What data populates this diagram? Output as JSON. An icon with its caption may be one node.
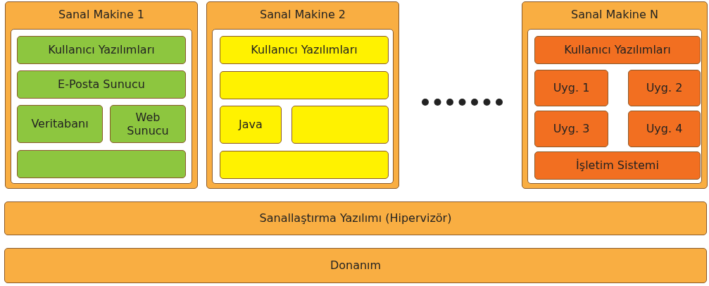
{
  "diagram": {
    "nodes": [
      {
        "text": [
          "Sanal Makine 1"
        ]
      },
      {
        "text": [
          "Kullanıcı Yazılımları"
        ],
        "in": 0
      },
      {
        "text": [
          "E-Posta Sunucu"
        ],
        "in": 0
      },
      {
        "text": [
          "Veritabanı"
        ],
        "in": 0
      },
      {
        "text": [
          "Web Sunucu"
        ],
        "in": 0
      },
      {
        "text": [],
        "shape": "box",
        "in": 0
      },
      {
        "text": [
          "Sanal Makine 2"
        ]
      },
      {
        "text": [
          "Kullanıcı Yazılımları"
        ],
        "in": 6
      },
      {
        "text": [],
        "shape": "box",
        "in": 6
      },
      {
        "text": [
          "Java"
        ],
        "in": 6
      },
      {
        "text": [],
        "shape": "box",
        "in": 6
      },
      {
        "text": [],
        "shape": "box",
        "in": 6
      },
      {
        "text": [
          "Sanal Makine N"
        ]
      },
      {
        "text": [
          "Kullanıcı Yazılımları"
        ],
        "in": 12
      },
      {
        "text": [
          "Uyg. 1"
        ],
        "in": 12
      },
      {
        "text": [
          "Uyg. 2"
        ],
        "in": 12
      },
      {
        "text": [
          "Uyg. 3"
        ],
        "in": 12
      },
      {
        "text": [
          "Uyg. 4"
        ],
        "in": 12
      },
      {
        "text": [
          "İşletim Sistemi"
        ],
        "in": 12
      },
      {
        "text": [
          "Sanallaştırma Yazılımı (Hipervizör)"
        ]
      },
      {
        "text": [
          "Donanım"
        ]
      }
    ],
    "edges": []
  }
}
